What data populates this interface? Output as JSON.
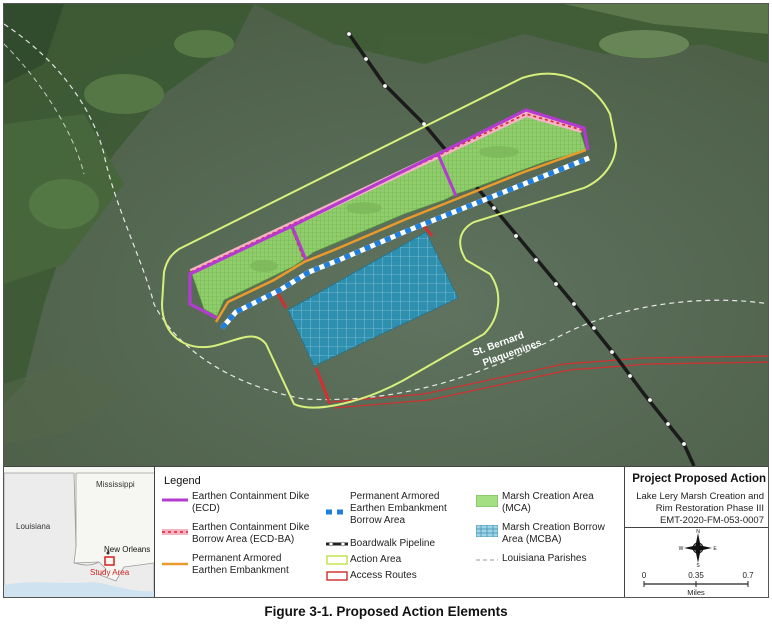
{
  "map": {
    "boundary_labels": [
      "St. Bernard",
      "Plaquemines"
    ]
  },
  "inset_map": {
    "states": [
      "Mississippi",
      "Louisiana"
    ],
    "city": "New Orleans",
    "study_area_label": "Study Area"
  },
  "legend": {
    "title": "Legend",
    "items": [
      {
        "label": "Earthen Containment Dike (ECD)",
        "icon": "purple-line",
        "color": "#b43bd0"
      },
      {
        "label": "Earthen Containment Dike Borrow Area (ECD-BA)",
        "icon": "red-dashed-pink",
        "color": "#d93030"
      },
      {
        "label": "Permanent Armored Earthen Embankment",
        "icon": "orange-line",
        "color": "#e99a2b"
      },
      {
        "label": "Permanent Armored Earthen Embankment Borrow Area",
        "icon": "blue-white-dashed",
        "color": "#1f7fe0"
      },
      {
        "label": "Boardwalk Pipeline",
        "icon": "dotted-black-line",
        "color": "#222222"
      },
      {
        "label": "Action Area",
        "icon": "yellow-green-line",
        "color": "#d7f07a"
      },
      {
        "label": "Access Routes",
        "icon": "red-outline-box",
        "color": "#cf2c2c"
      },
      {
        "label": "Marsh Creation Area (MCA)",
        "icon": "green-fill",
        "color": "#a5df84"
      },
      {
        "label": "Marsh Creation Borrow Area (MCBA)",
        "icon": "blue-grid-fill",
        "color": "#3fa6c8"
      },
      {
        "label": "Louisiana Parishes",
        "icon": "white-dashed-line",
        "color": "#ffffff"
      }
    ]
  },
  "title_block": {
    "title": "Project Proposed Action",
    "line1": "Lake Lery Marsh Creation and",
    "line2": "Rim Restoration Phase III",
    "line3": "EMT-2020-FM-053-0007"
  },
  "scale_bar": {
    "ticks": [
      "0",
      "0.35",
      "0.7"
    ],
    "unit": "Miles"
  },
  "north_arrow": {
    "n": "N",
    "s": "S",
    "e": "E",
    "w": "W"
  },
  "caption": "Figure 3-1. Proposed Action Elements"
}
